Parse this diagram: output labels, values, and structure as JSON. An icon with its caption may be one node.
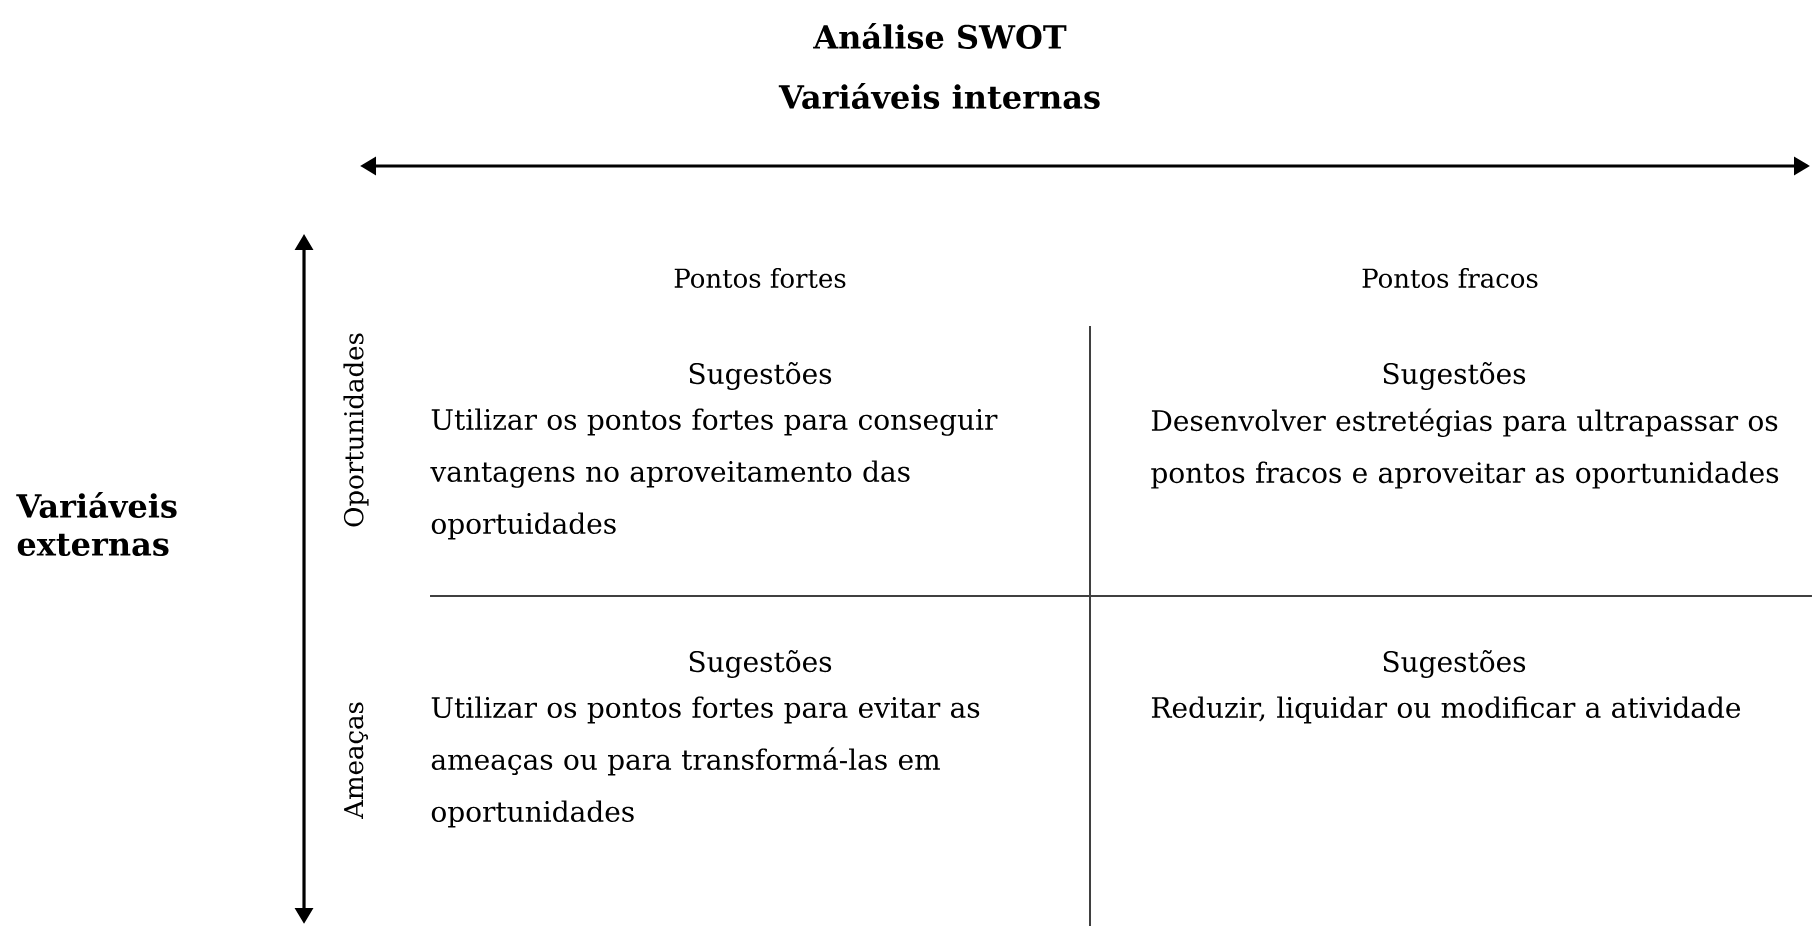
{
  "diagram": {
    "title": "Análise SWOT",
    "labels": [
      "Variáveis internas",
      "Pontos fortes",
      "Pontos fracos",
      "Oportunidades",
      "Sugestões",
      "Utilizar os pontos fortes para conseguir vantagens no aproveitamento das oportuidades",
      "Sugestões",
      "Desenvolver estretégias para ultrapassar os pontos fracos e aproveitar as oportunidades",
      "Variáveis externas",
      "Ameaças",
      "Sugestões",
      "Utilizar os pontos fortes para evitar as ameaças ou para transformá-las em oportunidades",
      "Sugestões",
      "Reduzir, liquidar ou modificar a atividade"
    ]
  }
}
